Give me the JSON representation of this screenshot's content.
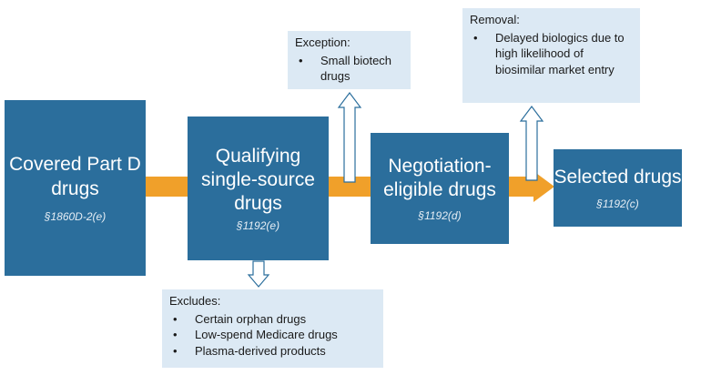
{
  "boxes": {
    "covered": {
      "title_line1": "Covered Part D",
      "title_line2": "drugs",
      "cite": "§1860D-2(e)"
    },
    "qualifying": {
      "title_line1": "Qualifying",
      "title_line2": "single-source",
      "title_line3": "drugs",
      "cite": "§1192(e)"
    },
    "negotiation": {
      "title_line1": "Negotiation-",
      "title_line2": "eligible drugs",
      "cite": "§1192(d)"
    },
    "selected": {
      "title_line1": "Selected drugs",
      "cite": "§1192(c)"
    }
  },
  "callouts": {
    "exception": {
      "label": "Exception:",
      "items": [
        "Small biotech drugs"
      ]
    },
    "removal": {
      "label": "Removal:",
      "items": [
        "Delayed biologics due to high likelihood of biosimilar market entry"
      ]
    },
    "excludes": {
      "label": "Excludes:",
      "items": [
        "Certain orphan drugs",
        "Low-spend Medicare drugs",
        "Plasma-derived products"
      ]
    }
  },
  "colors": {
    "box_fill": "#2b6e9c",
    "flow_arrow": "#f0a02a",
    "callout_fill": "#dce9f4",
    "outline_arrow_stroke": "#2b6e9c"
  }
}
